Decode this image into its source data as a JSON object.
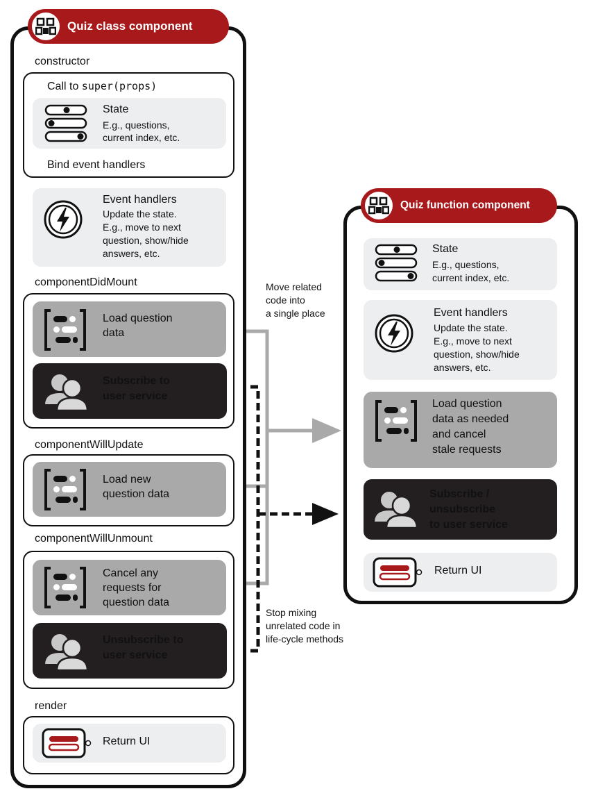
{
  "class_component": {
    "title": "Quiz class component",
    "constructor": {
      "label": "constructor",
      "super_prefix": "Call to ",
      "super_code": "super(props)",
      "state_title": "State",
      "state_desc_1": "E.g., questions,",
      "state_desc_2": "current index, etc.",
      "bind": "Bind event handlers"
    },
    "event_handlers": {
      "title": "Event handlers",
      "line_1": "Update the state.",
      "line_2": "E.g., move to next",
      "line_3": "question, show/hide",
      "line_4": "answers, etc."
    },
    "did_mount": {
      "label": "componentDidMount",
      "load_1": "Load question",
      "load_2": "data",
      "sub_1": "Subscribe to",
      "sub_2": "user service"
    },
    "will_update": {
      "label": "componentWillUpdate",
      "load_1": "Load new",
      "load_2": "question data"
    },
    "will_unmount": {
      "label": "componentWillUnmount",
      "cancel_1": "Cancel any",
      "cancel_2": "requests for",
      "cancel_3": "question data",
      "unsub_1": "Unsubscribe to",
      "unsub_2": "user service"
    },
    "render": {
      "label": "render",
      "return": "Return UI"
    }
  },
  "function_component": {
    "title": "Quiz function component",
    "state_title": "State",
    "state_desc_1": "E.g., questions,",
    "state_desc_2": "current index, etc.",
    "eh_title": "Event handlers",
    "eh_line_1": "Update the state.",
    "eh_line_2": "E.g., move to next",
    "eh_line_3": "question, show/hide",
    "eh_line_4": "answers, etc.",
    "load_1": "Load question",
    "load_2": "data as needed",
    "load_3": "and cancel",
    "load_4": "stale requests",
    "sub_1": "Subscribe /",
    "sub_2": "unsubscribe",
    "sub_3": "to user service",
    "return": "Return UI"
  },
  "annotations": {
    "move_1": "Move related",
    "move_2": "code into",
    "move_3": "a single place",
    "stop_1": "Stop mixing",
    "stop_2": "unrelated code in",
    "stop_3": "life-cycle methods"
  },
  "colors": {
    "brand_red": "#a8191b",
    "dark": "#231f20",
    "grey_card": "#a9a9a9",
    "light_card": "#eceef0",
    "connector_grey": "#a9a9a9"
  }
}
